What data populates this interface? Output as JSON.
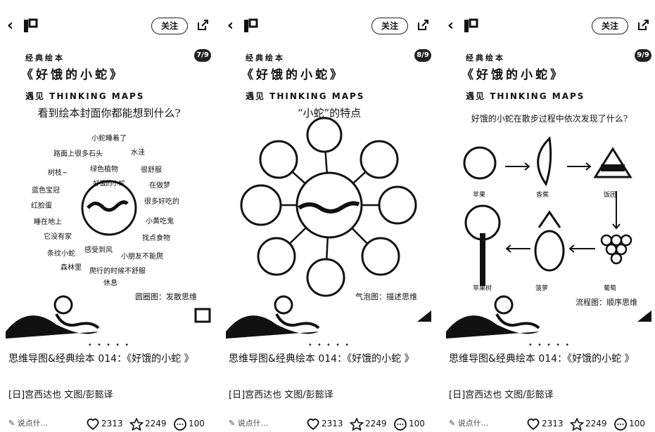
{
  "header": {
    "follow_label": "关注"
  },
  "post": {
    "title": "思维导图&经典绘本 014：《好饿的小蛇 》",
    "subtitle": "[日]宫西达也 文图/彭懿译",
    "dots": "• • • • •"
  },
  "bottombar": {
    "comment_placeholder": "说点什...",
    "likes": "2313",
    "collects": "2249",
    "comments": "100"
  },
  "slides": [
    {
      "page": "7/9",
      "series": "经典绘本",
      "book_title": "《好饿的小蛇》",
      "method": "遇见 THINKING MAPS",
      "question": "看到绘本封面你都能想到什么?",
      "caption": "圆圈图：发散思维",
      "center_label": "好饿的小蛇",
      "words": [
        "小蛇睡着了",
        "路面上很多石头",
        "水洼",
        "树枝~",
        "绿色植物",
        "很舒服",
        "在做梦",
        "蓝色宝冠",
        "很多好吃的",
        "红脸蛋",
        "小黄吃鬼",
        "睡在地上",
        "它没有家",
        "找点食物",
        "条纹小蛇",
        "感受到风",
        "小朋友不能爬",
        "森林里",
        "爬行的时候不舒服",
        "休息"
      ]
    },
    {
      "page": "8/9",
      "series": "经典绘本",
      "book_title": "《好饿的小蛇》",
      "method": "遇见 THINKING MAPS",
      "question": "“小蛇”的特点",
      "caption": "气泡图：描述思维"
    },
    {
      "page": "9/9",
      "series": "经典绘本",
      "book_title": "《好饿的小蛇》",
      "method": "遇见 THINKING MAPS",
      "question": "好饿的小蛇在散步过程中依次发现了什么?",
      "caption": "流程图：顺序思维",
      "items": [
        "苹果",
        "香蕉",
        "饭团",
        "苹果树",
        "菠萝",
        "葡萄"
      ]
    }
  ]
}
